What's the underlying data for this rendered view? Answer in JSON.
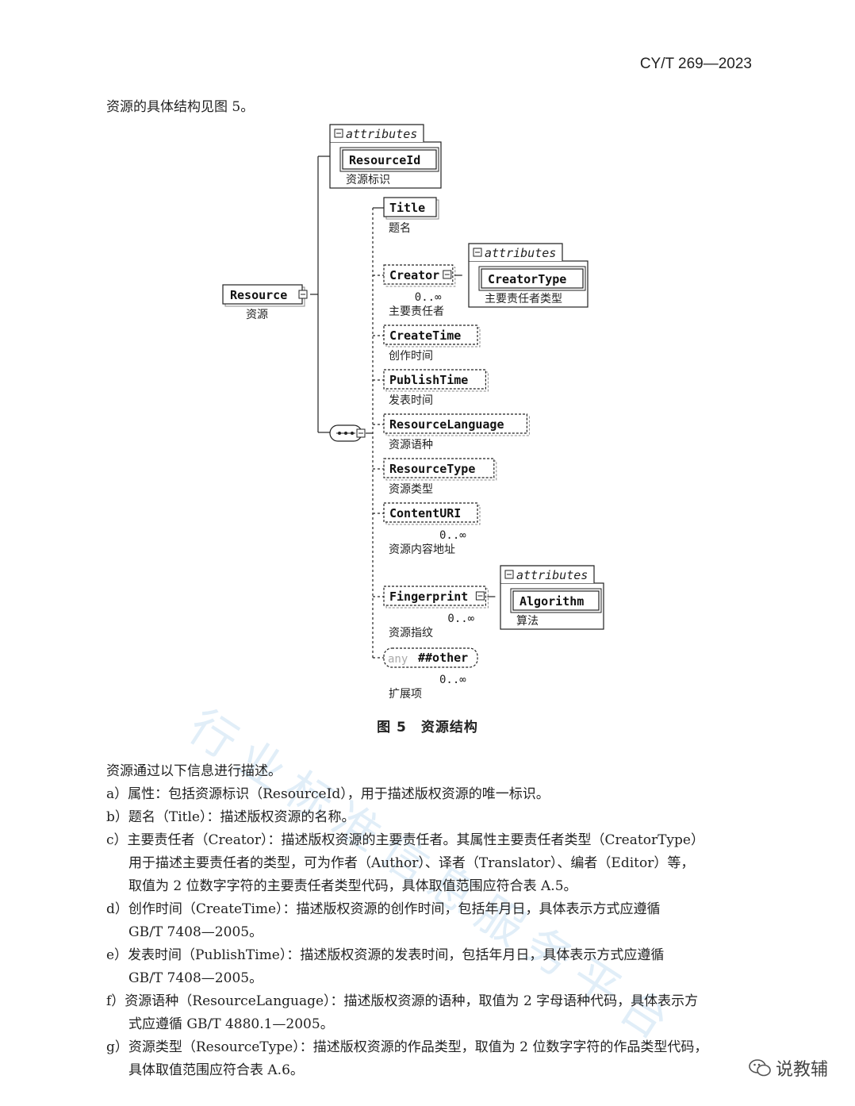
{
  "header": {
    "standard_no": "CY/T 269—2023"
  },
  "intro": "资源的具体结构见图 5。",
  "diagram": {
    "root": {
      "name": "Resource",
      "label": "资源"
    },
    "root_attributes": {
      "heading": "attributes",
      "items": [
        {
          "name": "ResourceId",
          "label": "资源标识"
        }
      ]
    },
    "children": [
      {
        "name": "Title",
        "label": "题名",
        "optional": false,
        "multiplicity": ""
      },
      {
        "name": "Creator",
        "label": "主要责任者",
        "optional": true,
        "multiplicity": "0..∞",
        "attributes": {
          "heading": "attributes",
          "items": [
            {
              "name": "CreatorType",
              "label": "主要责任者类型"
            }
          ]
        }
      },
      {
        "name": "CreateTime",
        "label": "创作时间",
        "optional": true,
        "multiplicity": ""
      },
      {
        "name": "PublishTime",
        "label": "发表时间",
        "optional": true,
        "multiplicity": ""
      },
      {
        "name": "ResourceLanguage",
        "label": "资源语种",
        "optional": true,
        "multiplicity": ""
      },
      {
        "name": "ResourceType",
        "label": "资源类型",
        "optional": true,
        "multiplicity": ""
      },
      {
        "name": "ContentURI",
        "label": "资源内容地址",
        "optional": true,
        "multiplicity": "0..∞"
      },
      {
        "name": "Fingerprint",
        "label": "资源指纹",
        "optional": true,
        "multiplicity": "0..∞",
        "attributes": {
          "heading": "attributes",
          "items": [
            {
              "name": "Algorithm",
              "label": "算法"
            }
          ]
        }
      },
      {
        "name": "##other",
        "any_prefix": "any",
        "label": "扩展项",
        "optional": true,
        "multiplicity": "0..∞"
      }
    ]
  },
  "figure_caption": "图 5　资源结构",
  "body": {
    "lead": "资源通过以下信息进行描述。",
    "items": [
      {
        "lines": [
          "a）属性：包括资源标识（ResourceId），用于描述版权资源的唯一标识。"
        ]
      },
      {
        "lines": [
          "b）题名（Title）：描述版权资源的名称。"
        ]
      },
      {
        "lines": [
          "c）主要责任者（Creator）：描述版权资源的主要责任者。其属性主要责任者类型（CreatorType）",
          "用于描述主要责任者的类型，可为作者（Author）、译者（Translator）、编者（Editor）等，",
          "取值为 2 位数字字符的主要责任者类型代码，具体取值范围应符合表 A.5。"
        ]
      },
      {
        "lines": [
          "d）创作时间（CreateTime）：描述版权资源的创作时间，包括年月日，具体表示方式应遵循",
          "GB/T 7408—2005。"
        ]
      },
      {
        "lines": [
          "e）发表时间（PublishTime）：描述版权资源的发表时间，包括年月日，具体表示方式应遵循",
          "GB/T 7408—2005。"
        ]
      },
      {
        "lines": [
          "f）资源语种（ResourceLanguage）：描述版权资源的语种，取值为 2 字母语种代码，具体表示方",
          "式应遵循 GB/T 4880.1—2005。"
        ]
      },
      {
        "lines": [
          "g）资源类型（ResourceType）：描述版权资源的作品类型，取值为 2 位数字字符的作品类型代码，",
          "具体取值范围应符合表 A.6。"
        ]
      }
    ]
  },
  "watermark": "行业标准信息服务平台",
  "logo": {
    "text": "说教辅",
    "icon": "wechat-icon"
  }
}
